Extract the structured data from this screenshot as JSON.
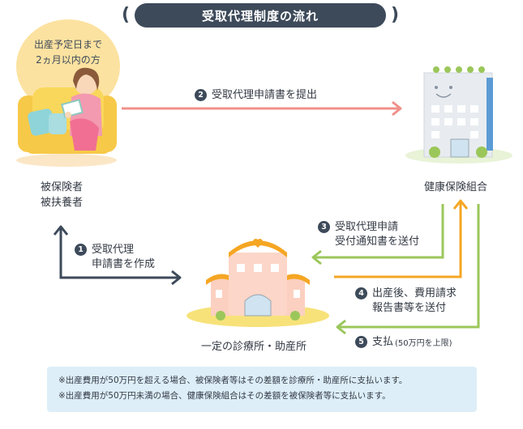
{
  "title": "受取代理制度の流れ",
  "bubble_lines": [
    "出産予定日まで",
    "2ヵ月以内の方"
  ],
  "insured_label": [
    "被保険者",
    "被扶養者"
  ],
  "insurer_label": "健康保険組合",
  "clinic_label": "一定の診療所・助産所",
  "steps": [
    {
      "num": "1",
      "lines": [
        "受取代理",
        "申請書を作成"
      ]
    },
    {
      "num": "2",
      "lines": [
        "受取代理申請書を提出"
      ]
    },
    {
      "num": "3",
      "lines": [
        "受取代理申請",
        "受付通知書を送付"
      ]
    },
    {
      "num": "4",
      "lines": [
        "出産後、費用請求",
        "報告書等を送付"
      ]
    },
    {
      "num": "5",
      "text": "支払",
      "note": "(50万円を上限)"
    }
  ],
  "notes": [
    "※出産費用が50万円を超える場合、被保険者等はその差額を診療所・助産所に支払います。",
    "※出産費用が50万円未満の場合、健康保険組合はその差額を被保険者等に支払います。"
  ],
  "colors": {
    "navy": "#3d4a5a",
    "salmon": "#f0908a",
    "green": "#9bc75a",
    "orange": "#f5a623",
    "yellow": "#f7e27a",
    "note_bg": "#ddeef8"
  }
}
